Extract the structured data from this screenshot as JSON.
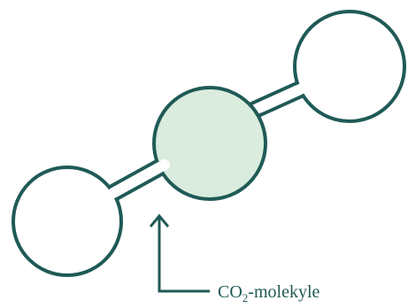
{
  "diagram": {
    "label": {
      "main": "CO",
      "subscript": "2",
      "suffix": "-molekyle"
    },
    "colors": {
      "stroke": "#1f5a56",
      "carbon_fill": "#d9ecdd",
      "oxygen_fill": "#ffffff",
      "text": "#1f5a56"
    },
    "atoms": [
      {
        "name": "oxygen-atom-left",
        "role": "oxygen"
      },
      {
        "name": "carbon-atom-center",
        "role": "carbon"
      },
      {
        "name": "oxygen-atom-right",
        "role": "oxygen"
      }
    ]
  }
}
